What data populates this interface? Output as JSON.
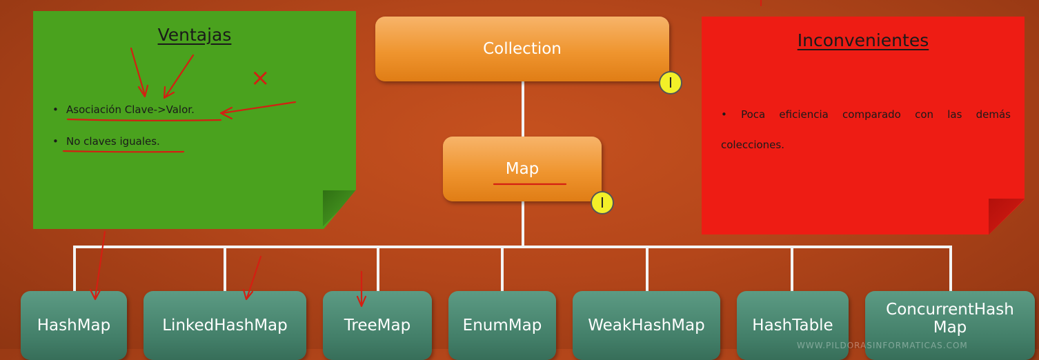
{
  "advantages": {
    "title": "Ventajas",
    "bullets": [
      "Asociación Clave->Valor.",
      "No claves iguales."
    ],
    "cross_mark": "×"
  },
  "disadvantages": {
    "title": "Inconvenientes",
    "text": "• Poca eficiencia comparado con las demás colecciones."
  },
  "hierarchy": {
    "root": {
      "label": "Collection",
      "badge": "I"
    },
    "interface": {
      "label": "Map",
      "badge": "I"
    },
    "implementations": [
      "HashMap",
      "LinkedHashMap",
      "TreeMap",
      "EnumMap",
      "WeakHashMap",
      "HashTable",
      "ConcurrentHash Map"
    ]
  },
  "colors": {
    "background": "#b4461a",
    "advantages_note": "#4aa21e",
    "disadvantages_note": "#ee1c14",
    "interface_box": "#ef952f",
    "class_box": "#427e68",
    "badge": "#f3f028",
    "connector": "#ffffff",
    "annotation": "#d41f12"
  },
  "watermark": "WWW.PILDORASINFORMATICAS.COM"
}
